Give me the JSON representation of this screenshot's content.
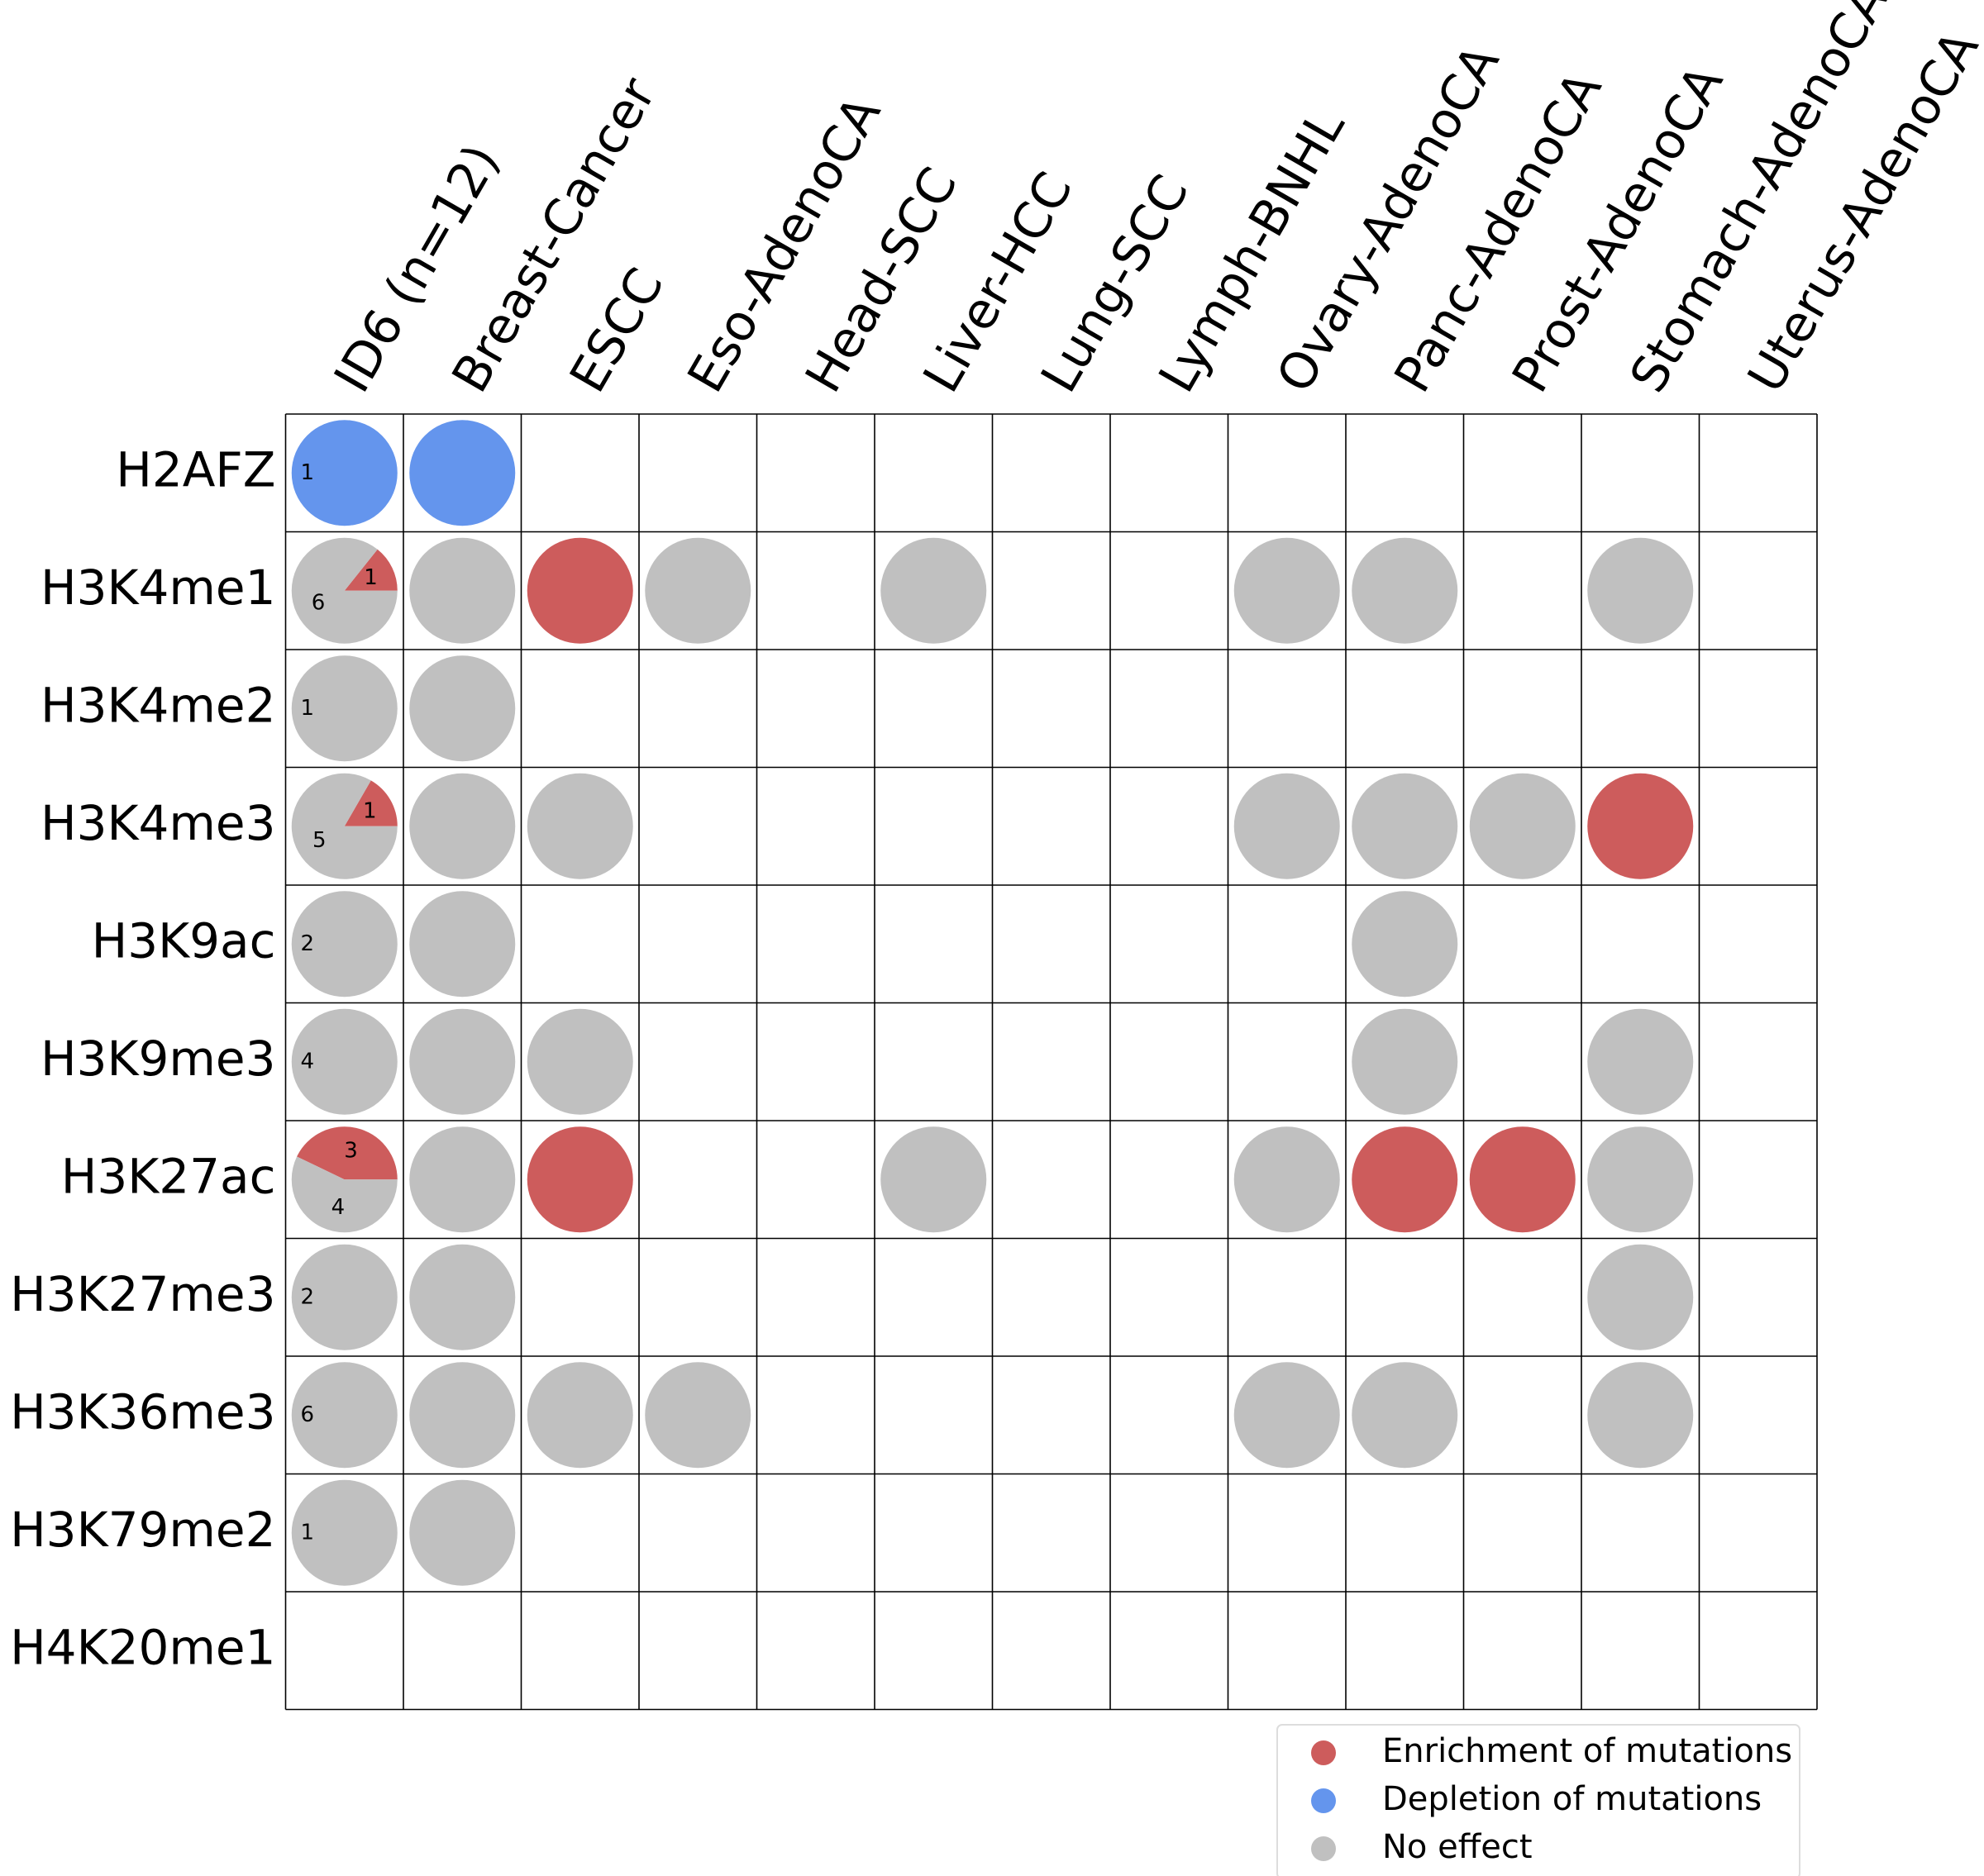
{
  "chart_data": {
    "type": "heatmap",
    "columns": [
      "ID6 (n=12)",
      "Breast-Cancer",
      "ESCC",
      "Eso-AdenoCA",
      "Head-SCC",
      "Liver-HCC",
      "Lung-SCC",
      "Lymph-BNHL",
      "Ovary-AdenoCA",
      "Panc-AdenoCA",
      "Prost-AdenoCA",
      "Stomach-AdenoCA",
      "Uterus-AdenoCA"
    ],
    "rows": [
      "H2AFZ",
      "H3K4me1",
      "H3K4me2",
      "H3K4me3",
      "H3K9ac",
      "H3K9me3",
      "H3K27ac",
      "H3K27me3",
      "H3K36me3",
      "H3K79me2",
      "H4K20me1"
    ],
    "cells": [
      [
        "",
        "blue",
        "",
        "",
        "",
        "",
        "",
        "",
        "",
        "",
        "",
        "",
        ""
      ],
      [
        "",
        "gray",
        "red",
        "gray",
        "",
        "gray",
        "",
        "",
        "gray",
        "gray",
        "",
        "gray",
        ""
      ],
      [
        "",
        "gray",
        "",
        "",
        "",
        "",
        "",
        "",
        "",
        "",
        "",
        "",
        ""
      ],
      [
        "",
        "gray",
        "gray",
        "",
        "",
        "",
        "",
        "",
        "gray",
        "gray",
        "gray",
        "red",
        ""
      ],
      [
        "",
        "gray",
        "",
        "",
        "",
        "",
        "",
        "",
        "",
        "gray",
        "",
        "",
        ""
      ],
      [
        "",
        "gray",
        "gray",
        "",
        "",
        "",
        "",
        "",
        "",
        "gray",
        "",
        "gray",
        ""
      ],
      [
        "",
        "gray",
        "red",
        "",
        "",
        "gray",
        "",
        "",
        "gray",
        "red",
        "red",
        "gray",
        ""
      ],
      [
        "",
        "gray",
        "",
        "",
        "",
        "",
        "",
        "",
        "",
        "",
        "",
        "gray",
        ""
      ],
      [
        "",
        "gray",
        "gray",
        "gray",
        "",
        "",
        "",
        "",
        "gray",
        "gray",
        "",
        "gray",
        ""
      ],
      [
        "",
        "gray",
        "",
        "",
        "",
        "",
        "",
        "",
        "",
        "",
        "",
        "",
        ""
      ],
      [
        "",
        "",
        "",
        "",
        "",
        "",
        "",
        "",
        "",
        "",
        "",
        "",
        ""
      ]
    ],
    "summary_column": [
      {
        "row": "H2AFZ",
        "blue": 1
      },
      {
        "row": "H3K4me1",
        "red": 1,
        "gray": 6
      },
      {
        "row": "H3K4me2",
        "gray": 1
      },
      {
        "row": "H3K4me3",
        "red": 1,
        "gray": 5
      },
      {
        "row": "H3K9ac",
        "gray": 2
      },
      {
        "row": "H3K9me3",
        "gray": 4
      },
      {
        "row": "H3K27ac",
        "red": 3,
        "gray": 4
      },
      {
        "row": "H3K27me3",
        "gray": 2
      },
      {
        "row": "H3K36me3",
        "gray": 6
      },
      {
        "row": "H3K79me2",
        "gray": 1
      },
      {
        "row": "H4K20me1"
      }
    ],
    "legend": {
      "position": "bottom-right",
      "entries": [
        {
          "label": "Enrichment of mutations",
          "key": "red"
        },
        {
          "label": "Depletion of mutations",
          "key": "blue"
        },
        {
          "label": "No effect",
          "key": "gray"
        }
      ]
    },
    "colors": {
      "red": "#cd5c5c",
      "blue": "#6495ed",
      "gray": "#c0c0c0"
    },
    "grid": true
  }
}
